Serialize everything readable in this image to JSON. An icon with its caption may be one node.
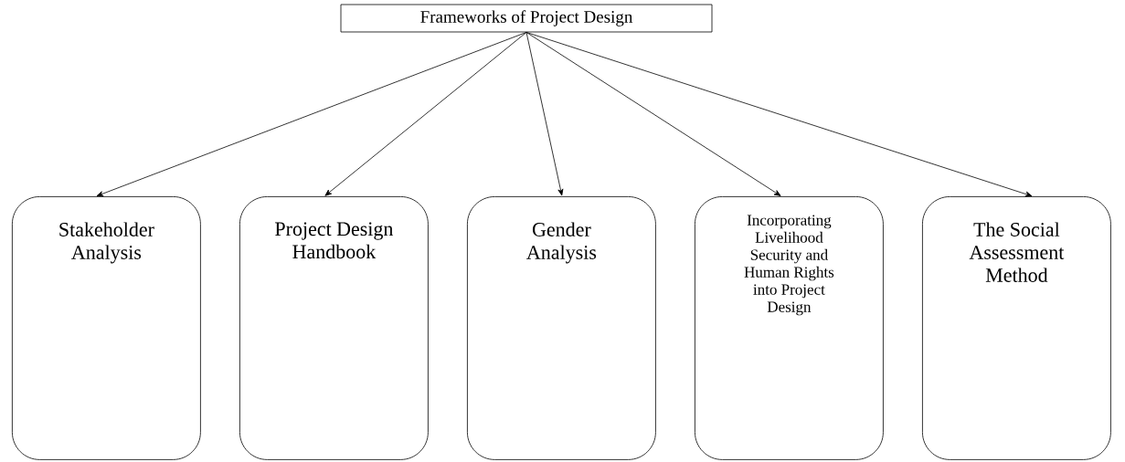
{
  "diagram": {
    "nodes": [
      {
        "text": [
          "Frameworks of Project Design"
        ]
      },
      {
        "text": [
          "Stakeholder Analysis"
        ]
      },
      {
        "text": [
          "Project Design Handbook"
        ]
      },
      {
        "text": [
          "Gender Analysis"
        ]
      },
      {
        "text": [
          "Incorporating Livelihood Security and Human Rights into Project Design"
        ]
      },
      {
        "text": [
          "The Social Assessment Method"
        ]
      }
    ],
    "edges": [
      {
        "from": 0,
        "to": 1,
        "arrow": "to"
      },
      {
        "from": 0,
        "to": 2,
        "arrow": "to"
      },
      {
        "from": 0,
        "to": 3,
        "arrow": "to"
      },
      {
        "from": 0,
        "to": 4,
        "arrow": "to"
      },
      {
        "from": 0,
        "to": 5,
        "arrow": "to"
      }
    ]
  }
}
